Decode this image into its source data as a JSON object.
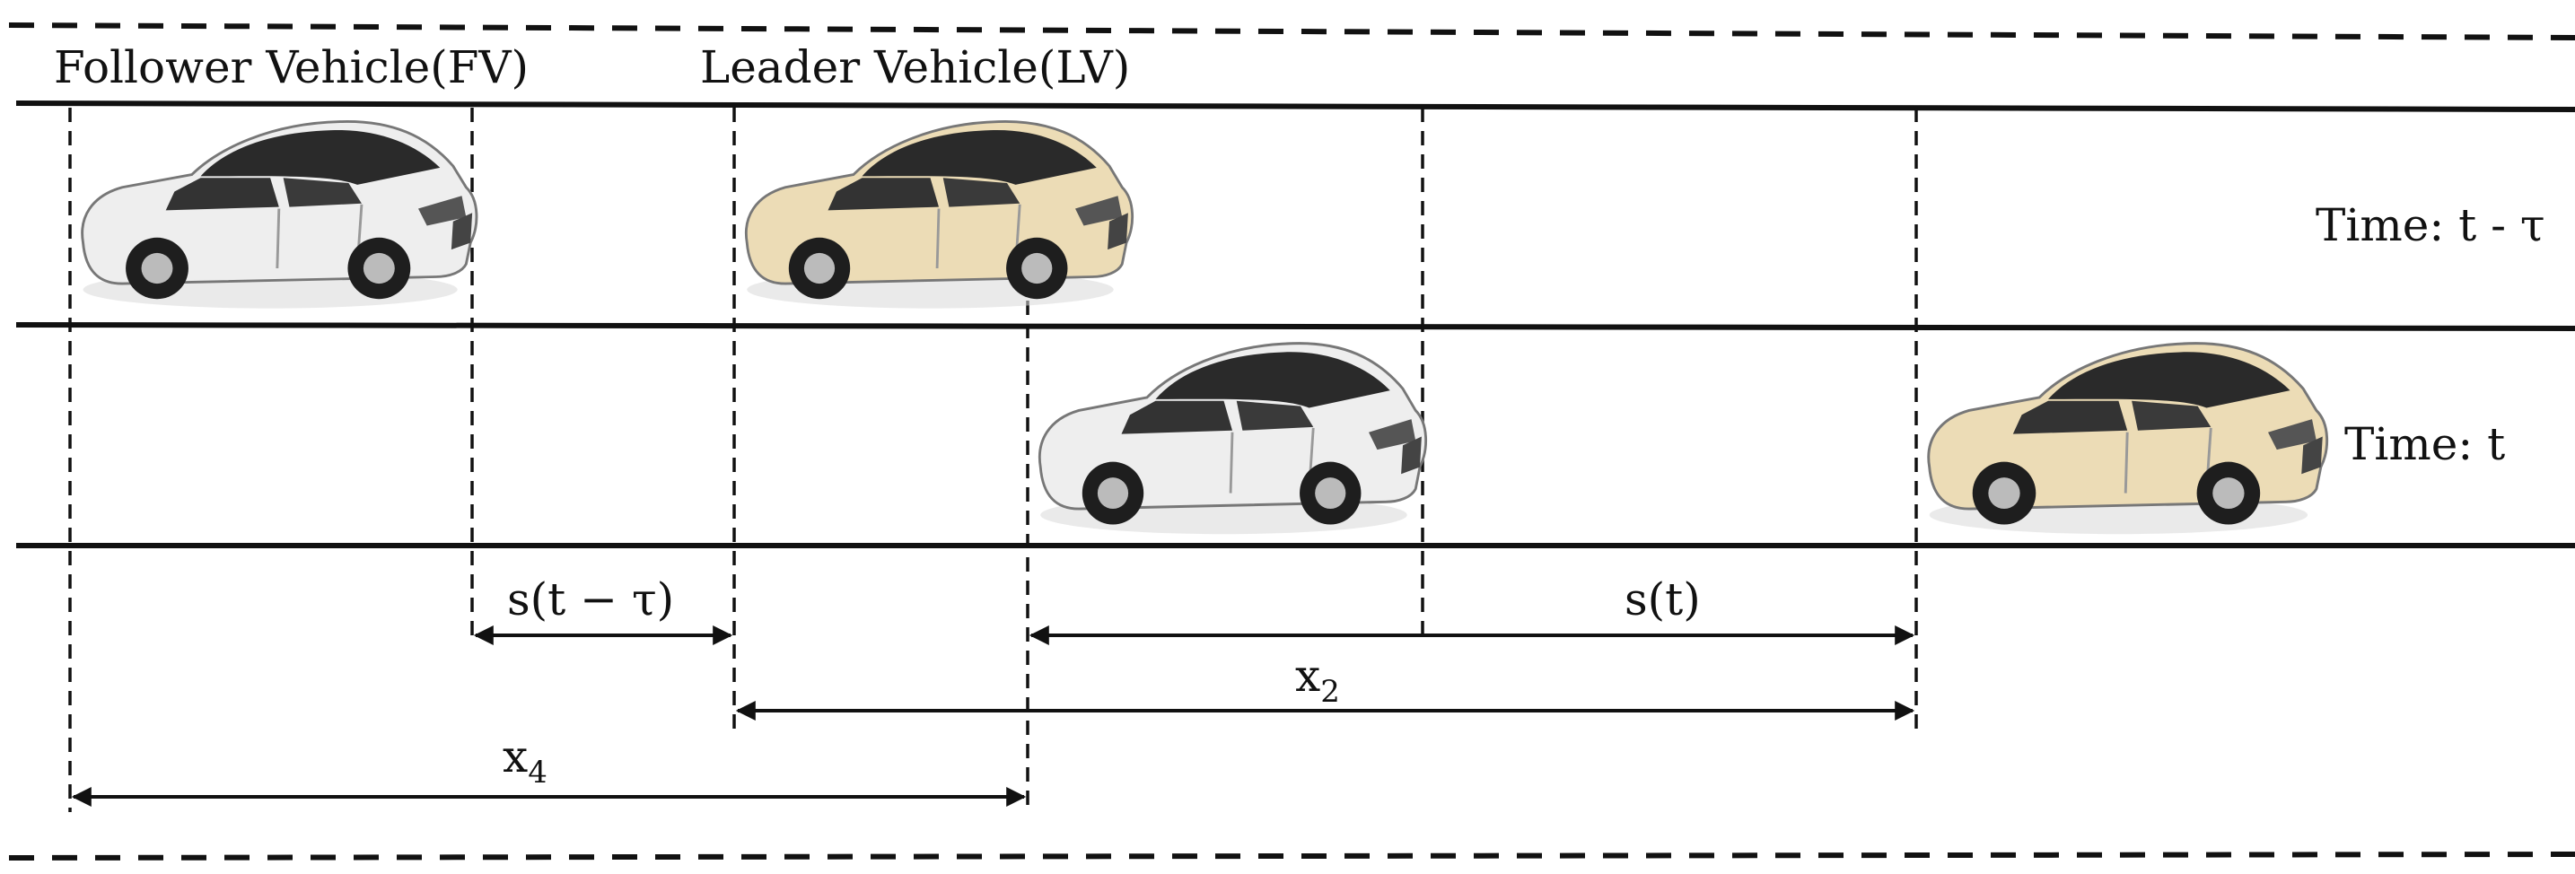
{
  "labels": {
    "follower_header": "Follower Vehicle(FV)",
    "leader_header": "Leader Vehicle(LV)",
    "time_upper": "Time: t - τ",
    "time_lower": "Time: t"
  },
  "dimensions": {
    "gap_before": "s(t − τ)",
    "gap_now": "s(t)",
    "x2_main": "x",
    "x2_sub": "2",
    "x4_main": "x",
    "x4_sub": "4"
  },
  "colors": {
    "follower_body": "#eeeeee",
    "leader_body": "#ecdcb6",
    "lines": "#111111"
  }
}
